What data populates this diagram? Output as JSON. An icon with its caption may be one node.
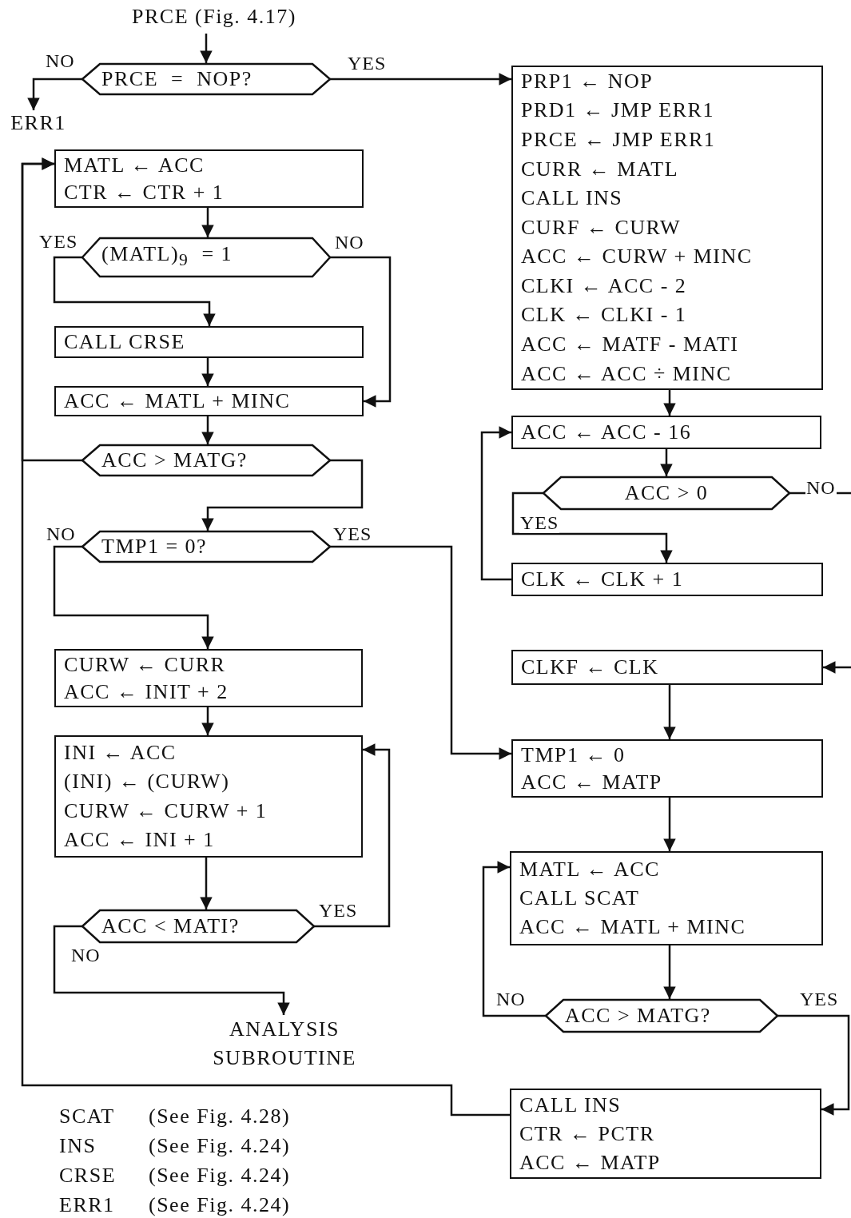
{
  "diagram": {
    "nodes": [
      {
        "text": [
          "PRCE (Fig. 4.17)"
        ]
      },
      {
        "text": [
          "PRCE  =  NOP?"
        ]
      },
      {
        "text": [
          "ERR1"
        ]
      },
      {
        "text": [
          "PRP1 ← NOP",
          "PRD1 ← JMP ERR1",
          "PRCE ← JMP ERR1",
          "CURR ← MATL",
          "CALL INS",
          "CURF ← CURW",
          "ACC ← CURW + MINC",
          "CLKI ← ACC - 2",
          "CLK ← CLKI - 1",
          "ACC ← MATF - MATI",
          "ACC ← ACC ÷ MINC"
        ]
      },
      {
        "text": [
          "MATL ← ACC",
          "CTR ← CTR + 1"
        ]
      },
      {
        "text": [
          "(MATL)$_{9}$  = 1"
        ]
      },
      {
        "text": [
          "CALL CRSE"
        ]
      },
      {
        "text": [
          "ACC ← MATL + MINC"
        ]
      },
      {
        "text": [
          "ACC > MATG?"
        ]
      },
      {
        "text": [
          "TMP1 = 0?"
        ]
      },
      {
        "text": [
          "CURW ← CURR",
          "ACC ← INIT + 2"
        ]
      },
      {
        "text": [
          "INI ← ACC",
          "(INI) ← (CURW)",
          "CURW ← CURW + 1",
          "ACC ← INI + 1"
        ]
      },
      {
        "text": [
          "ACC < MATI?"
        ]
      },
      {
        "text": [
          "ANALYSIS SUBROUTINE"
        ]
      },
      {
        "text": [
          "ACC ← ACC - 16"
        ]
      },
      {
        "text": [
          "ACC > 0"
        ]
      },
      {
        "text": [
          "CLK ← CLK + 1"
        ]
      },
      {
        "text": [
          "CLKF ← CLK"
        ]
      },
      {
        "text": [
          "TMP1 ← 0",
          "ACC ← MATP"
        ]
      },
      {
        "text": [
          "MATL ← ACC",
          "CALL SCAT",
          "ACC ← MATL + MINC"
        ]
      },
      {
        "text": [
          "ACC > MATG?"
        ]
      },
      {
        "text": [
          "CALL INS",
          "CTR ← PCTR",
          "ACC ← MATP"
        ]
      }
    ],
    "edges": [
      {
        "from": 0,
        "to": 1,
        "arrow": "to"
      },
      {
        "from": 1,
        "to": 2,
        "arrow": "to",
        "label": "NO"
      },
      {
        "from": 1,
        "to": 3,
        "arrow": "to",
        "label": "YES"
      },
      {
        "from": 4,
        "to": 5,
        "arrow": "to"
      },
      {
        "from": 5,
        "to": 6,
        "arrow": "to",
        "label": "YES"
      },
      {
        "from": 5,
        "to": 7,
        "arrow": "to",
        "label": "NO"
      },
      {
        "from": 6,
        "to": 7,
        "arrow": "to"
      },
      {
        "from": 7,
        "to": 8,
        "arrow": "to"
      },
      {
        "from": 8,
        "to": 4,
        "arrow": "to"
      },
      {
        "from": 8,
        "to": 9,
        "arrow": "to"
      },
      {
        "from": 9,
        "to": 10,
        "arrow": "to",
        "label": "NO"
      },
      {
        "from": 9,
        "to": 18,
        "arrow": "to",
        "label": "YES"
      },
      {
        "from": 10,
        "to": 11,
        "arrow": "to"
      },
      {
        "from": 11,
        "to": 12,
        "arrow": "to"
      },
      {
        "from": 12,
        "to": 11,
        "arrow": "to",
        "label": "YES"
      },
      {
        "from": 12,
        "to": 13,
        "arrow": "to",
        "label": "NO"
      },
      {
        "from": 3,
        "to": 14,
        "arrow": "to"
      },
      {
        "from": 14,
        "to": 15,
        "arrow": "to"
      },
      {
        "from": 15,
        "to": 16,
        "arrow": "to",
        "label": "YES"
      },
      {
        "from": 15,
        "to": null,
        "arrow": "none",
        "label": "NO"
      },
      {
        "from": 16,
        "to": 14,
        "arrow": "to"
      },
      {
        "from": null,
        "to": 17,
        "arrow": "to"
      },
      {
        "from": 17,
        "to": 18,
        "arrow": "to"
      },
      {
        "from": 18,
        "to": 19,
        "arrow": "to"
      },
      {
        "from": 19,
        "to": 20,
        "arrow": "to"
      },
      {
        "from": 20,
        "to": 19,
        "arrow": "to",
        "label": "NO"
      },
      {
        "from": 20,
        "to": 21,
        "arrow": "to",
        "label": "YES"
      },
      {
        "from": 21,
        "to": 4,
        "arrow": "to"
      }
    ],
    "labels": [
      "SCAT",
      "(See Fig. 4.28)",
      "INS",
      "(See Fig. 4.24)",
      "CRSE",
      "(See Fig. 4.24)",
      "ERR1",
      "(See Fig. 4.24)"
    ]
  }
}
